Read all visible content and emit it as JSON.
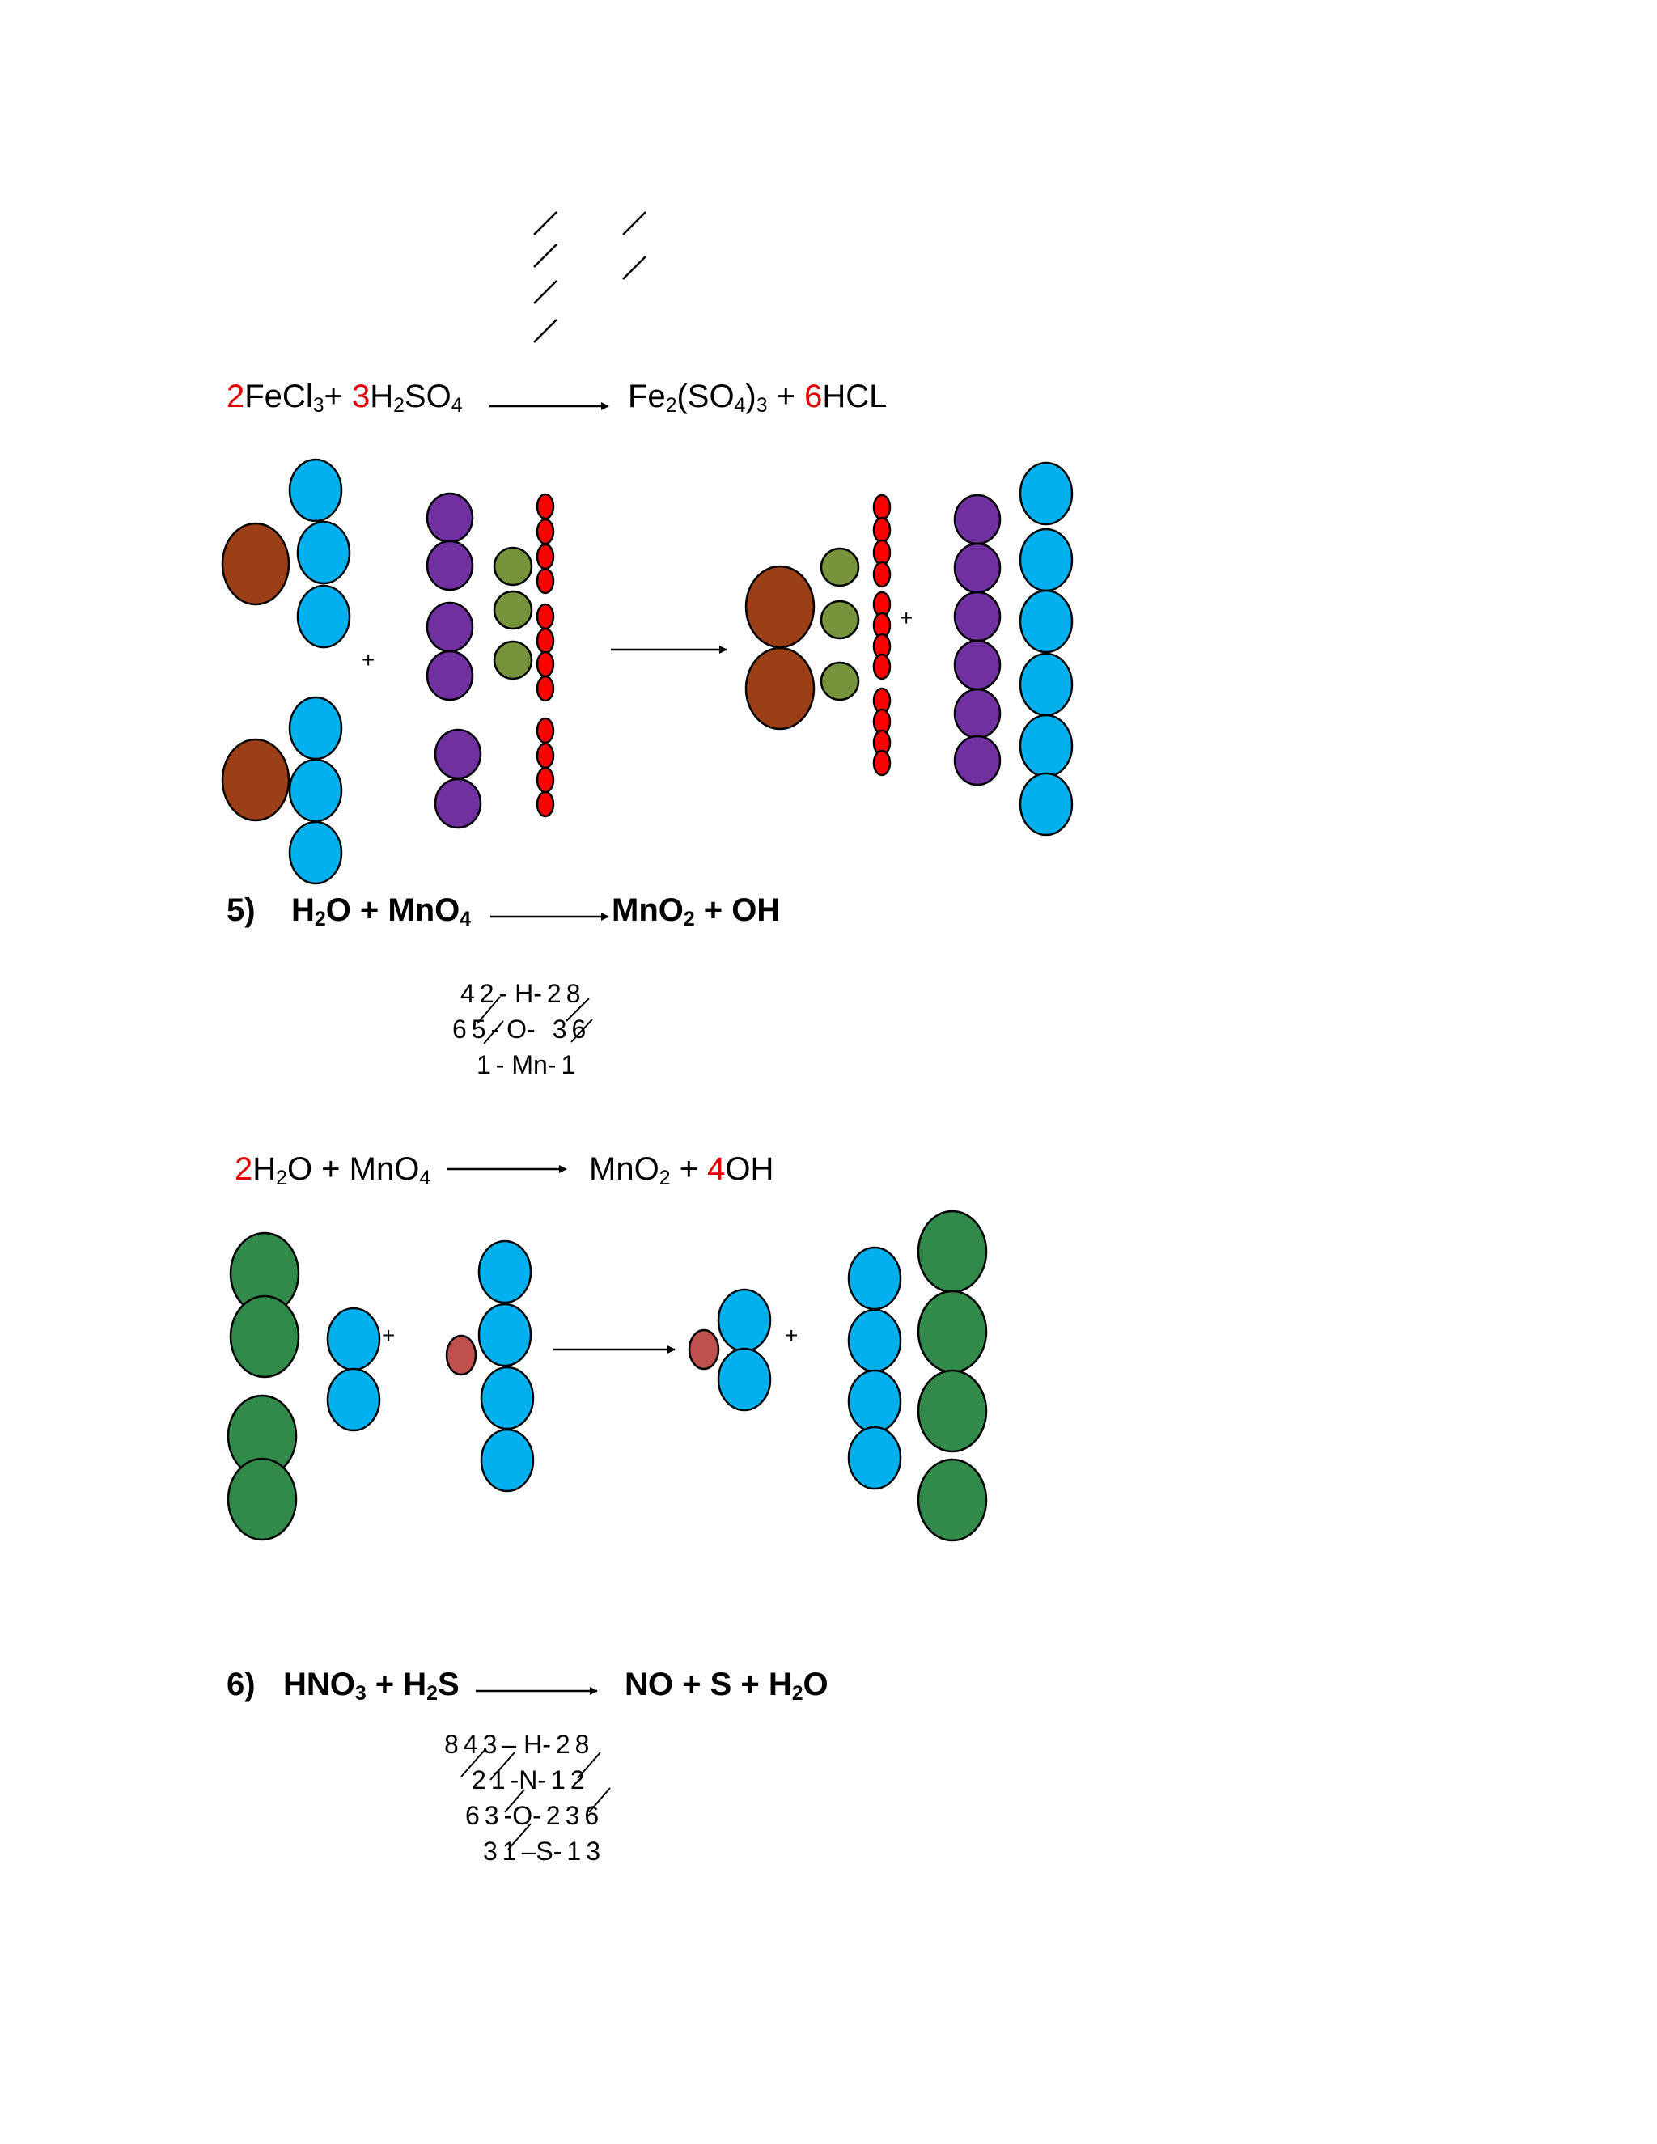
{
  "colors": {
    "coefficient": "#e00000",
    "iron": "#9b3f16",
    "chlorine": "#00b0ef",
    "sulfur": "#7030a0",
    "oxygen_green": "#77933c",
    "hydrogen_red": "#ff0000",
    "water_green": "#31894a",
    "manganese": "#c0504d",
    "blue": "#00b0ef"
  },
  "eq1": {
    "c1": "2",
    "r1": "FeCl",
    "r1s": "3",
    "plus1": "+ ",
    "c2": "3",
    "r2a": "H",
    "r2s1": "2",
    "r2b": "SO",
    "r2s2": "4",
    "p1a": "Fe",
    "p1s1": "2",
    "p1b": "(SO",
    "p1s2": "4",
    "p1c": ")",
    "p1s3": "3",
    "plus2": " + ",
    "c3": "6",
    "p2": "HCL"
  },
  "diagram1": {
    "plus_left": "+",
    "plus_right": "+"
  },
  "eq5": {
    "label": "5)",
    "r1a": "H",
    "r1s": "2",
    "r1b": "O + MnO",
    "r1s2": "4",
    "p1a": "MnO",
    "p1s": "2",
    "p1b": " + OH",
    "tally": {
      "row1": {
        "a": "4",
        "b": "2",
        "el": "- H-",
        "c": "2",
        "d": "8"
      },
      "row2": {
        "a": "6",
        "b": "5",
        "el": "- O-",
        "c": "3",
        "d": "6"
      },
      "row3": {
        "b": "1",
        "el": "- Mn-",
        "c": "1"
      }
    }
  },
  "eq5b": {
    "c1": "2",
    "r1a": "H",
    "r1s": "2",
    "r1b": "O + MnO",
    "r1s2": "4",
    "p1a": "MnO",
    "p1s": "2",
    "plus": " + ",
    "c2": "4",
    "p2": "OH"
  },
  "diagram2": {
    "plus_a": "+",
    "plus_b": "+"
  },
  "eq6": {
    "label": "6)",
    "r1a": "HNO",
    "r1s": "3",
    "r1b": " + H",
    "r1s2": "2",
    "r1c": "S",
    "p1a": "NO + S  +  H",
    "p1s": "2",
    "p1b": "O",
    "tally": {
      "row1": {
        "a": "8",
        "b": "4",
        "c": "3",
        "el": "– H-",
        "d": "2",
        "e": "8"
      },
      "row2": {
        "b": "2",
        "c": "1",
        "el": "-N-",
        "d": "1",
        "e": "2"
      },
      "row3": {
        "a": "6",
        "b": "3",
        "el": "-O-",
        "c": "2",
        "d": "3",
        "e": "6"
      },
      "row4": {
        "b": "3",
        "c": "1",
        "el": "–S-",
        "d": "1",
        "e": "3"
      }
    }
  }
}
